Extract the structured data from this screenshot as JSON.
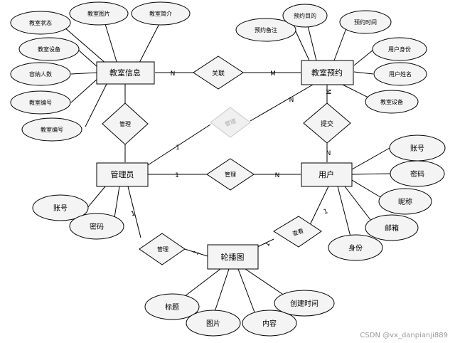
{
  "entities": {
    "classroom_info": "教室信息",
    "classroom_booking": "教室预约",
    "admin": "管理员",
    "user": "用户",
    "carousel": "轮播图"
  },
  "attributes": {
    "classroom_info": [
      "教室状态",
      "教室图片",
      "教室简介",
      "教室设备",
      "容纳人数",
      "教室编号",
      "教室编号"
    ],
    "classroom_booking": [
      "预约备注",
      "预约目的",
      "预约时间",
      "用户身份",
      "用户姓名",
      "教室设备"
    ],
    "admin": [
      "账号",
      "密码"
    ],
    "user": [
      "账号",
      "密码",
      "昵称",
      "邮箱",
      "身份"
    ],
    "carousel": [
      "标题",
      "图片",
      "内容",
      "创建时间"
    ]
  },
  "relationships": {
    "related": "关联",
    "manage_classroom": "管理",
    "manage_booking": "管理",
    "submit": "提交",
    "manage_user": "管理",
    "manage_carousel": "管理",
    "view": "查看"
  },
  "cardinalities": {
    "info_related": "N",
    "booking_related": "M",
    "booking_manage": "N",
    "admin_manage_booking": "1",
    "booking_submit": "M",
    "user_submit": "N",
    "admin_manage_user": "1",
    "user_manage": "N",
    "admin_carousel_top": "1",
    "carousel_admin": "1",
    "carousel_view": "1",
    "user_view": "1"
  },
  "watermark": "CSDN @vx_danpianji889"
}
